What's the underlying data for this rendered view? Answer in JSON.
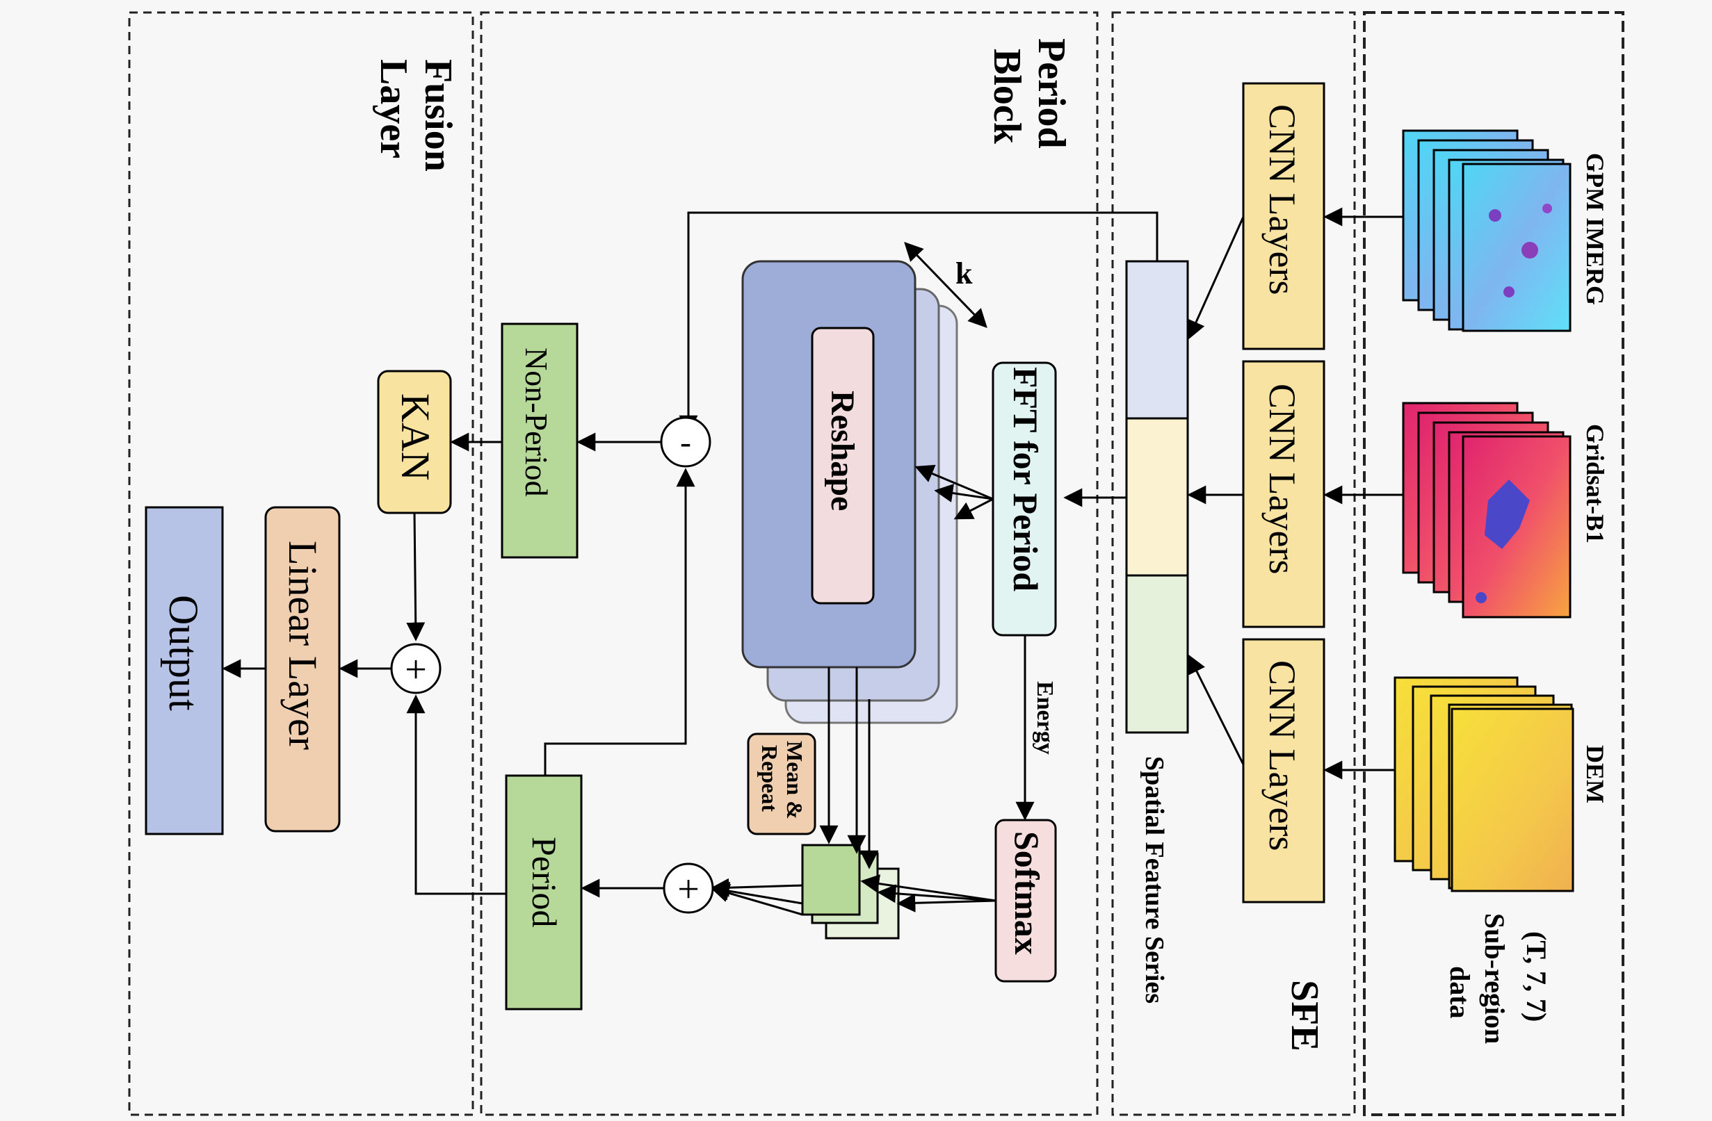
{
  "sections": {
    "fusion": "Fusion Layer",
    "fusion_l1": "Fusion",
    "fusion_l2": "Layer",
    "period_block_l1": "Period",
    "period_block_l2": "Block",
    "sfe": "SFE"
  },
  "inputs": {
    "gpm": "GPM IMERG",
    "gridsat": "Gridsat-B1",
    "dem": "DEM",
    "shape": "(T, 7, 7)",
    "sub1": "Sub-region",
    "sub2": "data"
  },
  "blocks": {
    "cnn": "CNN Layers",
    "spatial_series": "Spatial Feature Series",
    "fft": "FFT for Period",
    "reshape": "Reshape",
    "k": "k",
    "energy": "Energy",
    "softmax": "Softmax",
    "mean_l1": "Mean &",
    "mean_l2": "Repeat",
    "non_period": "Non-Period",
    "period": "Period",
    "kan": "KAN",
    "linear": "Linear Layer",
    "output": "Output",
    "minus": "-",
    "plus": "+"
  },
  "colors": {
    "cnn": "#f8e3a3",
    "green": "#b6d99a",
    "fft": "#e1f4f2",
    "reshape_outer": "#9eacd8",
    "reshape_inner": "#f3dcdd",
    "softmax": "#f7dede",
    "kan": "#f8e4a0",
    "linear": "#efcfb0",
    "output": "#b6c2e6"
  }
}
